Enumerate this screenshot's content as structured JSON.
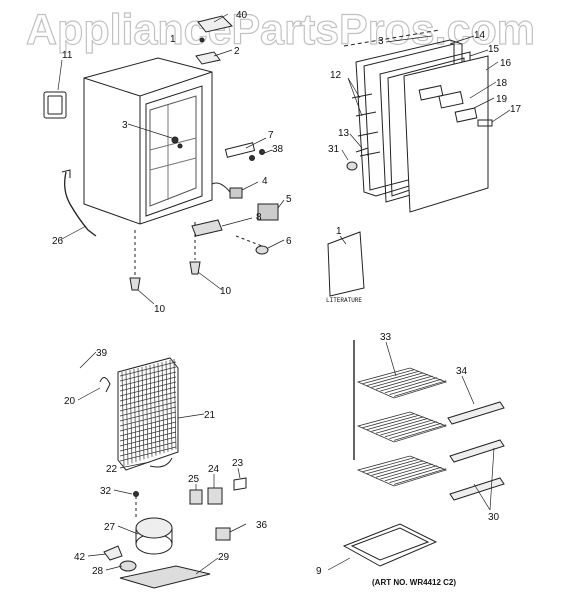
{
  "watermark": "AppliancePartsPros.com",
  "art_number": "(ART NO. WR4412 C2)",
  "literature_label": "LITERATURE",
  "callouts": [
    "1",
    "2",
    "3",
    "3",
    "4",
    "5",
    "6",
    "7",
    "8",
    "9",
    "10",
    "10",
    "11",
    "12",
    "13",
    "14",
    "15",
    "16",
    "17",
    "18",
    "19",
    "20",
    "21",
    "22",
    "23",
    "24",
    "25",
    "26",
    "27",
    "28",
    "29",
    "30",
    "31",
    "32",
    "33",
    "34",
    "36",
    "38",
    "39",
    "40",
    "42"
  ]
}
